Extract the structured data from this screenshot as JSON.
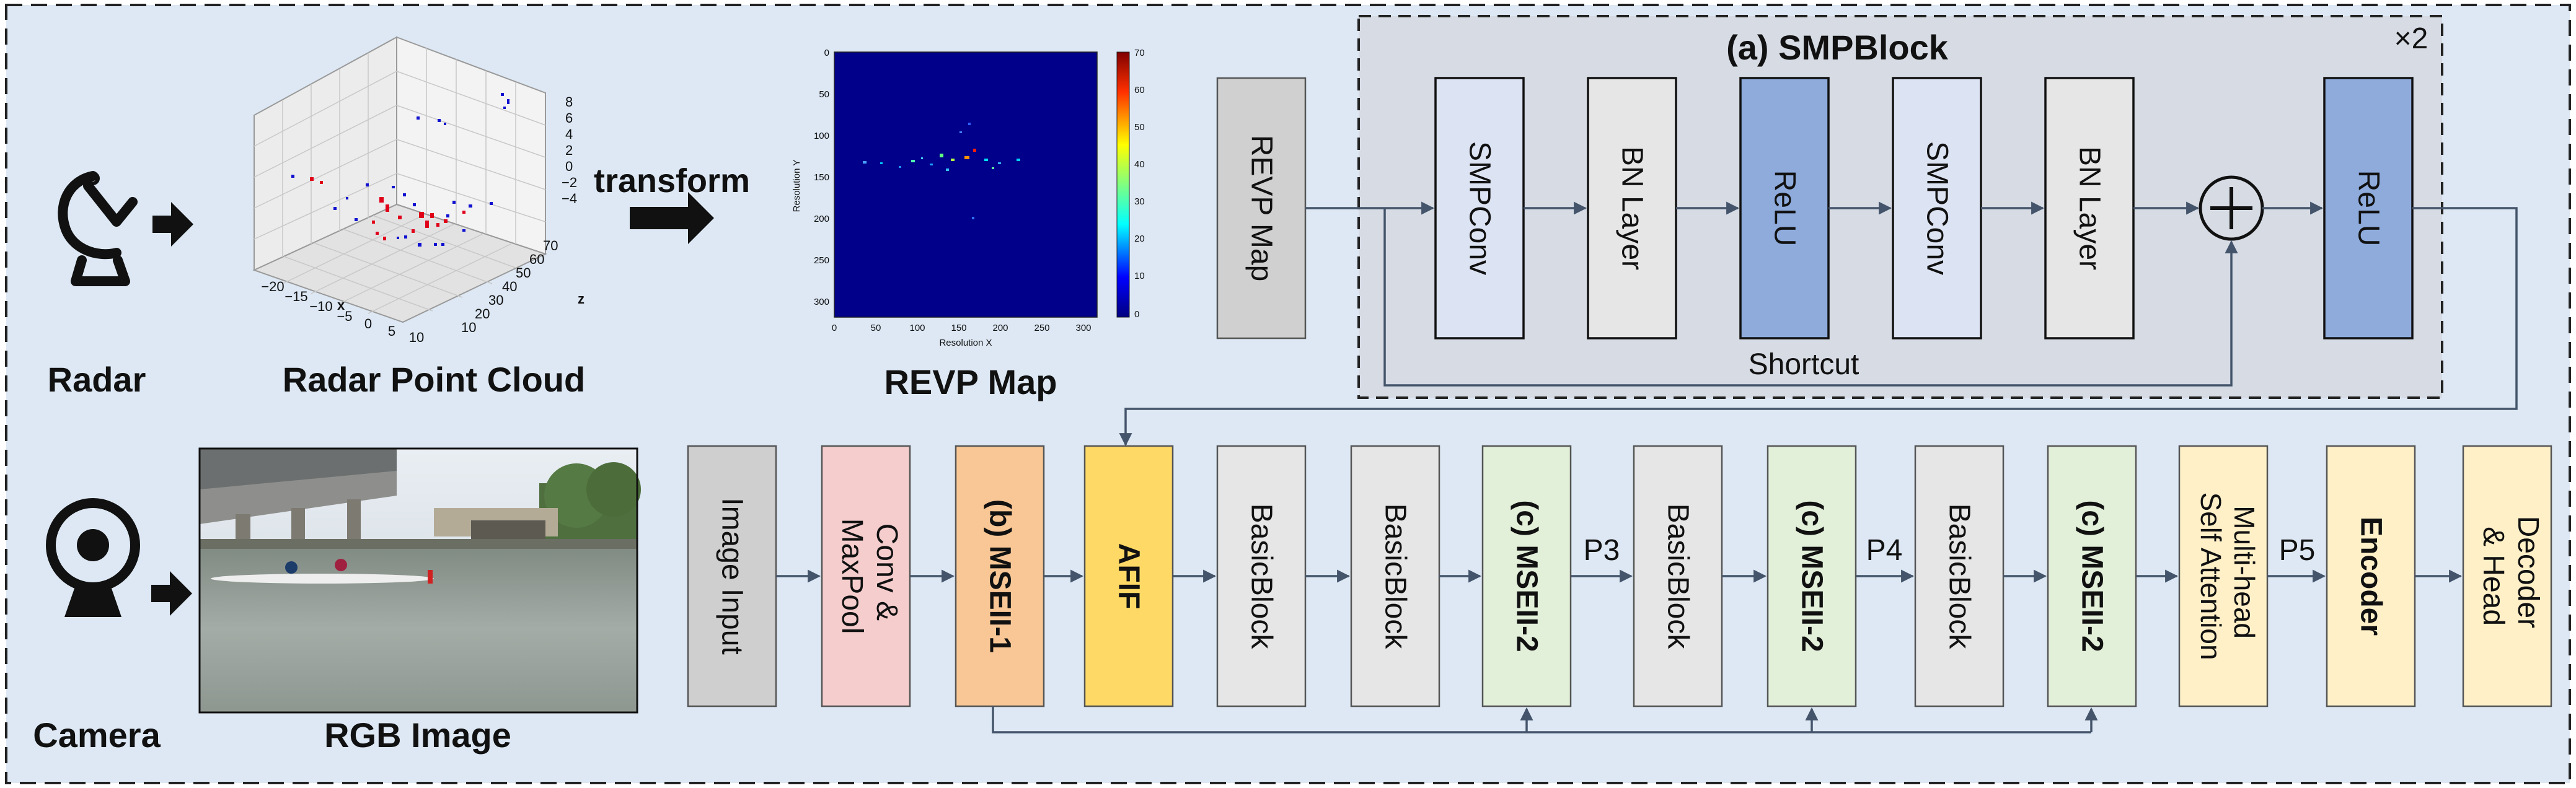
{
  "inputs": {
    "radar_label": "Radar",
    "camera_label": "Camera",
    "radar_point_cloud_label": "Radar Point Cloud",
    "transform_label": "transform",
    "revp_map_label": "REVP Map",
    "rgb_image_label": "RGB Image"
  },
  "radar_plot": {
    "z_ticks": [
      "8",
      "6",
      "4",
      "2",
      "0",
      "−2",
      "−4"
    ],
    "z_label": "z",
    "x_ticks": [
      "−20",
      "−15",
      "−10",
      "−5",
      "0",
      "5",
      "10"
    ],
    "x_label": "x",
    "y_ticks": [
      "70",
      "60",
      "50",
      "40",
      "30",
      "20",
      "10"
    ]
  },
  "revp_plot": {
    "y_ticks": [
      "0",
      "50",
      "100",
      "150",
      "200",
      "250",
      "300"
    ],
    "x_ticks": [
      "0",
      "50",
      "100",
      "150",
      "200",
      "250",
      "300"
    ],
    "y_label": "Resolution Y",
    "x_label": "Resolution X",
    "colorbar_ticks": [
      "70",
      "60",
      "50",
      "40",
      "30",
      "20",
      "10",
      "0"
    ]
  },
  "smp_block": {
    "title": "(a) SMPBlock",
    "repeat": "×2",
    "input": "REVP Map",
    "blocks": [
      "SMPConv",
      "BN Layer",
      "ReLU",
      "SMPConv",
      "BN Layer"
    ],
    "final": "ReLU",
    "shortcut_label": "Shortcut"
  },
  "pipeline": {
    "blocks": [
      "Image Input",
      "Conv &\nMaxPool",
      "(b) MSEII-1",
      "AFIF",
      "BasicBlock",
      "BasicBlock",
      "(c) MSEII-2",
      "BasicBlock",
      "(c) MSEII-2",
      "BasicBlock",
      "(c) MSEII-2",
      "Multi-head\nSelf Attention",
      "Encoder",
      "Decoder\n& Head"
    ],
    "p_labels": [
      "P3",
      "P4",
      "P5"
    ]
  },
  "colors": {
    "background": "#dde8f4",
    "relu": "#8eabdc",
    "smpconv": "#dce3f2",
    "bn_layer": "#e6e6e6",
    "revp_box": "#d0d0d0",
    "image_input": "#cfcfcf",
    "conv_maxpool": "#f5cdcd",
    "mseii_1": "#f8c795",
    "afif": "#ffd966",
    "basic_block": "#e6e6e6",
    "mseii_2": "#e2efd9",
    "attention": "#fff0c8",
    "encoder": "#fff0c8",
    "decoder": "#fff0c8",
    "revp_heatmap": "#00008b",
    "arrow": "#44546a"
  }
}
